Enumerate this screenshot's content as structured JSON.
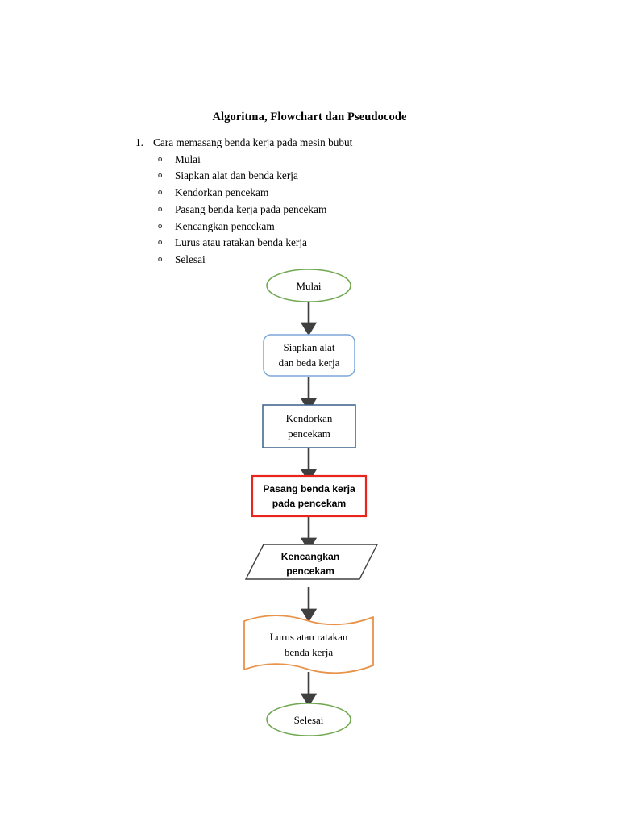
{
  "document": {
    "title": "Algoritma, Flowchart dan Pseudocode"
  },
  "list": {
    "number": "1.",
    "heading": "Cara memasang benda kerja pada mesin bubut",
    "bullet_marker": "o",
    "items": [
      "Mulai",
      "Siapkan alat dan benda kerja",
      "Kendorkan pencekam",
      "Pasang benda kerja pada pencekam",
      "Kencangkan pencekam",
      "Lurus atau ratakan benda kerja",
      "Selesai"
    ]
  },
  "flowchart": {
    "nodes": [
      {
        "id": "start",
        "shape": "ellipse",
        "text_lines": [
          "Mulai"
        ],
        "border_color": "#70a850",
        "fill": "#ffffff",
        "font": "serif"
      },
      {
        "id": "prepare",
        "shape": "rounded-rectangle",
        "text_lines": [
          "Siapkan alat",
          "dan beda kerja"
        ],
        "border_color": "#7ba7d7",
        "fill": "#ffffff",
        "font": "serif"
      },
      {
        "id": "loosen",
        "shape": "rectangle",
        "text_lines": [
          "Kendorkan",
          "pencekam"
        ],
        "border_color": "#3a5f8a",
        "fill": "#ffffff",
        "font": "serif"
      },
      {
        "id": "mount",
        "shape": "rectangle",
        "text_lines": [
          "Pasang benda kerja",
          "pada pencekam"
        ],
        "border_color": "#e8241c",
        "fill": "#ffffff",
        "font": "sans"
      },
      {
        "id": "tighten",
        "shape": "parallelogram",
        "text_lines": [
          "Kencangkan",
          "pencekam"
        ],
        "border_color": "#404040",
        "fill": "#ffffff",
        "font": "sans"
      },
      {
        "id": "align",
        "shape": "document-wave",
        "text_lines": [
          "Lurus atau ratakan",
          "benda kerja"
        ],
        "border_color": "#e8924a",
        "fill": "#ffffff",
        "font": "serif"
      },
      {
        "id": "end",
        "shape": "ellipse",
        "text_lines": [
          "Selesai"
        ],
        "border_color": "#70a850",
        "fill": "#ffffff",
        "font": "serif"
      }
    ],
    "connector_color": "#3f3f3f",
    "connector_count": 6
  }
}
